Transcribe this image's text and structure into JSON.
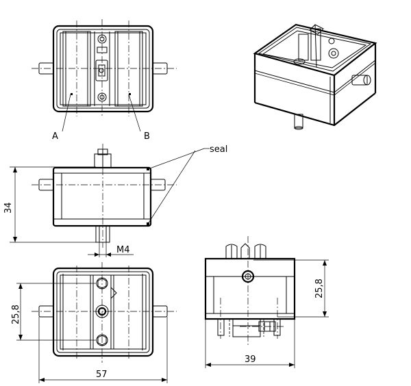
{
  "labels": {
    "chamber_a": "A",
    "chamber_b": "B",
    "seal": "seal"
  },
  "dimensions": {
    "height": "34",
    "thread": "M4",
    "hole_spacing_front": "25,8",
    "hole_spacing_side": "25,8",
    "width": "57",
    "depth": "39"
  }
}
